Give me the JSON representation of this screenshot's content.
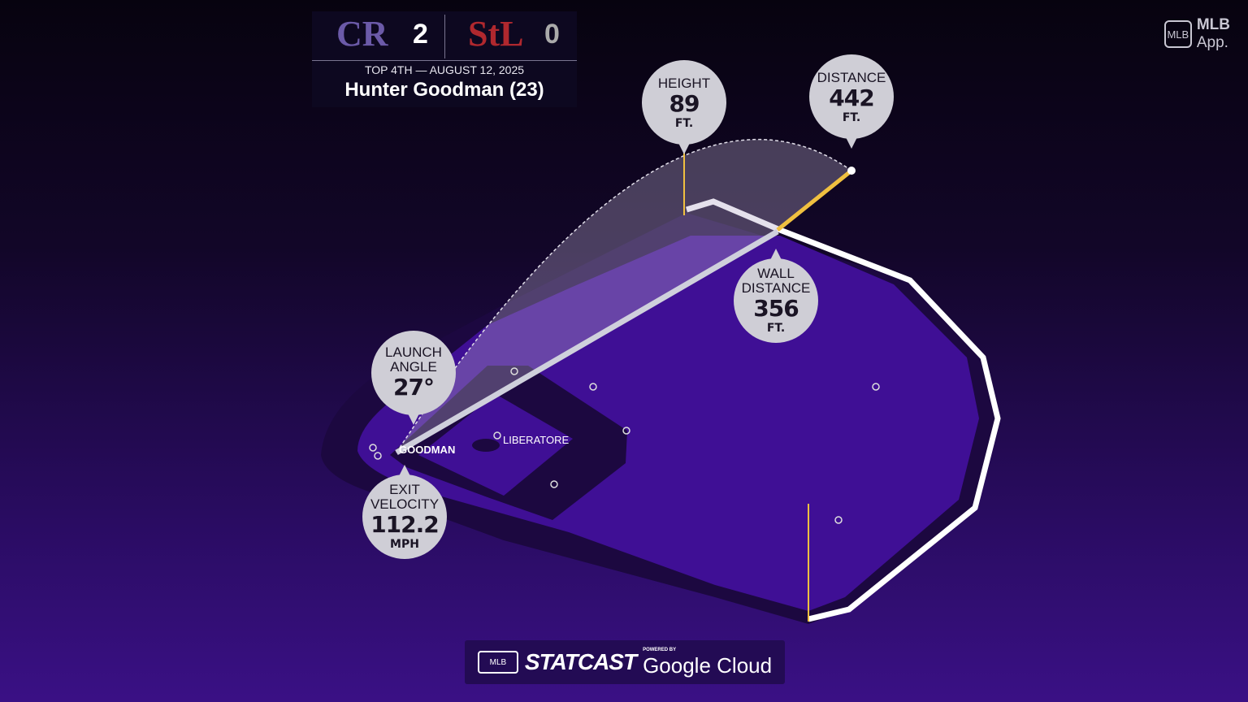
{
  "scoreboard": {
    "away": {
      "logo_text": "CR",
      "score": "2",
      "color": "#4b3a8f"
    },
    "home": {
      "logo_text": "StL",
      "score": "0",
      "color": "#b0282e"
    },
    "inning_date": "TOP 4TH — AUGUST 12, 2025",
    "batter": "Hunter Goodman (23)"
  },
  "watermark": {
    "box": "MLB",
    "text1": "MLB",
    "text2": "App."
  },
  "callouts": {
    "height": {
      "label": "HEIGHT",
      "value": "89",
      "unit": "FT."
    },
    "distance": {
      "label": "DISTANCE",
      "value": "442",
      "unit": "FT."
    },
    "wall": {
      "label1": "WALL",
      "label2": "DISTANCE",
      "value": "356",
      "unit": "FT."
    },
    "launch": {
      "label1": "LAUNCH",
      "label2": "ANGLE",
      "value": "27°"
    },
    "exit": {
      "label1": "EXIT",
      "label2": "VELOCITY",
      "value": "112.2",
      "unit": "MPH"
    }
  },
  "players": {
    "batter": "GOODMAN",
    "pitcher": "LIBERATORE"
  },
  "footer": {
    "mlb": "MLB",
    "statcast": "STATCAST",
    "powered": "POWERED BY",
    "cloud": "Google Cloud"
  },
  "colors": {
    "field": "#3f0f95",
    "track": "#1c0840",
    "wall": "#ffffff",
    "marker": "#f0c040"
  }
}
